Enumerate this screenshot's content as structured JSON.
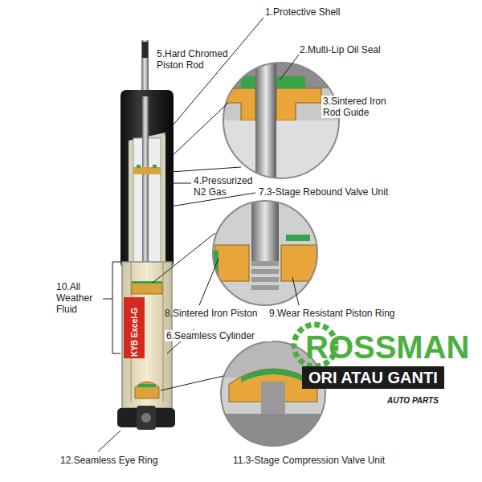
{
  "diagram": {
    "labels": [
      "1.Protective Shell",
      "2.Multi-Lip Oil Seal",
      "5.Hard Chromed Piston Rod",
      "3.Sintered Iron Rod Guide",
      "4.Pressurized N2 Gas",
      "7.3-Stage Rebound Valve Unit",
      "10.All Weather Fluid",
      "8.Sintered Iron Piston",
      "9.Wear Resistant Piston Ring",
      "6.Seamless Cylinder",
      "12.Seamless Eye Ring",
      "11.3-Stage Compression Valve Unit",
      "Excel-G",
      "KYB",
      "ROSSMAN",
      "ORI ATAU GANTI",
      "AUTO PARTS"
    ]
  }
}
